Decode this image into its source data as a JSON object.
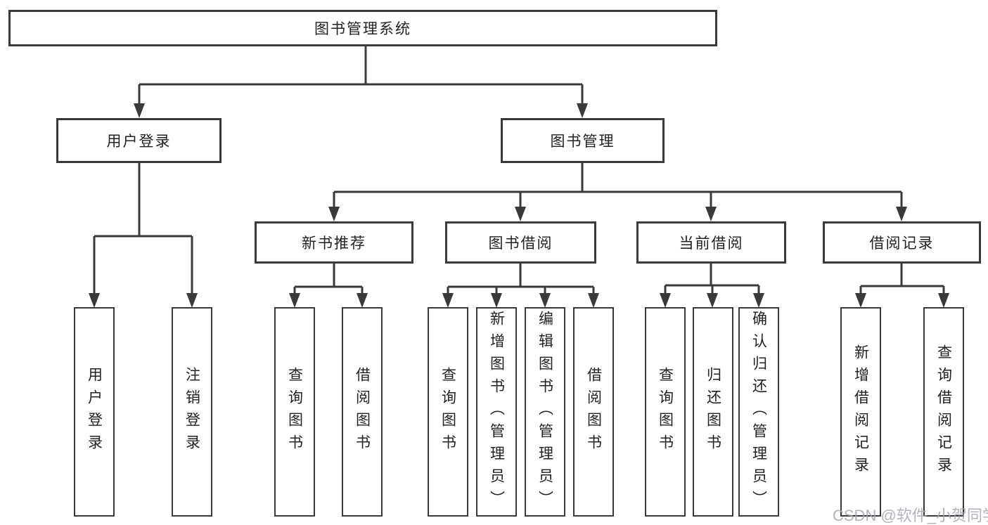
{
  "tree": {
    "label": "图书管理系统",
    "children": [
      {
        "label": "用户登录",
        "children": [
          {
            "label": "用户登录"
          },
          {
            "label": "注销登录"
          }
        ]
      },
      {
        "label": "图书管理",
        "children": [
          {
            "label": "新书推荐",
            "children": [
              {
                "label": "查询图书"
              },
              {
                "label": "借阅图书"
              }
            ]
          },
          {
            "label": "图书借阅",
            "children": [
              {
                "label": "查询图书"
              },
              {
                "label": "新增图书（管理员）"
              },
              {
                "label": "编辑图书（管理员）"
              },
              {
                "label": "借阅图书"
              }
            ]
          },
          {
            "label": "当前借阅",
            "children": [
              {
                "label": "查询图书"
              },
              {
                "label": "归还图书"
              },
              {
                "label": "确认归还（管理员）"
              }
            ]
          },
          {
            "label": "借阅记录",
            "children": [
              {
                "label": "新增借阅记录"
              },
              {
                "label": "查询借阅记录"
              }
            ]
          }
        ]
      }
    ]
  },
  "watermark": {
    "text": "CSDN @软件_小贺同学"
  },
  "colors": {
    "line": "#3a3a3a",
    "box_border": "#3a3a3a",
    "text": "#222222",
    "watermark": "#a2a8b2",
    "background": "#ffffff"
  }
}
